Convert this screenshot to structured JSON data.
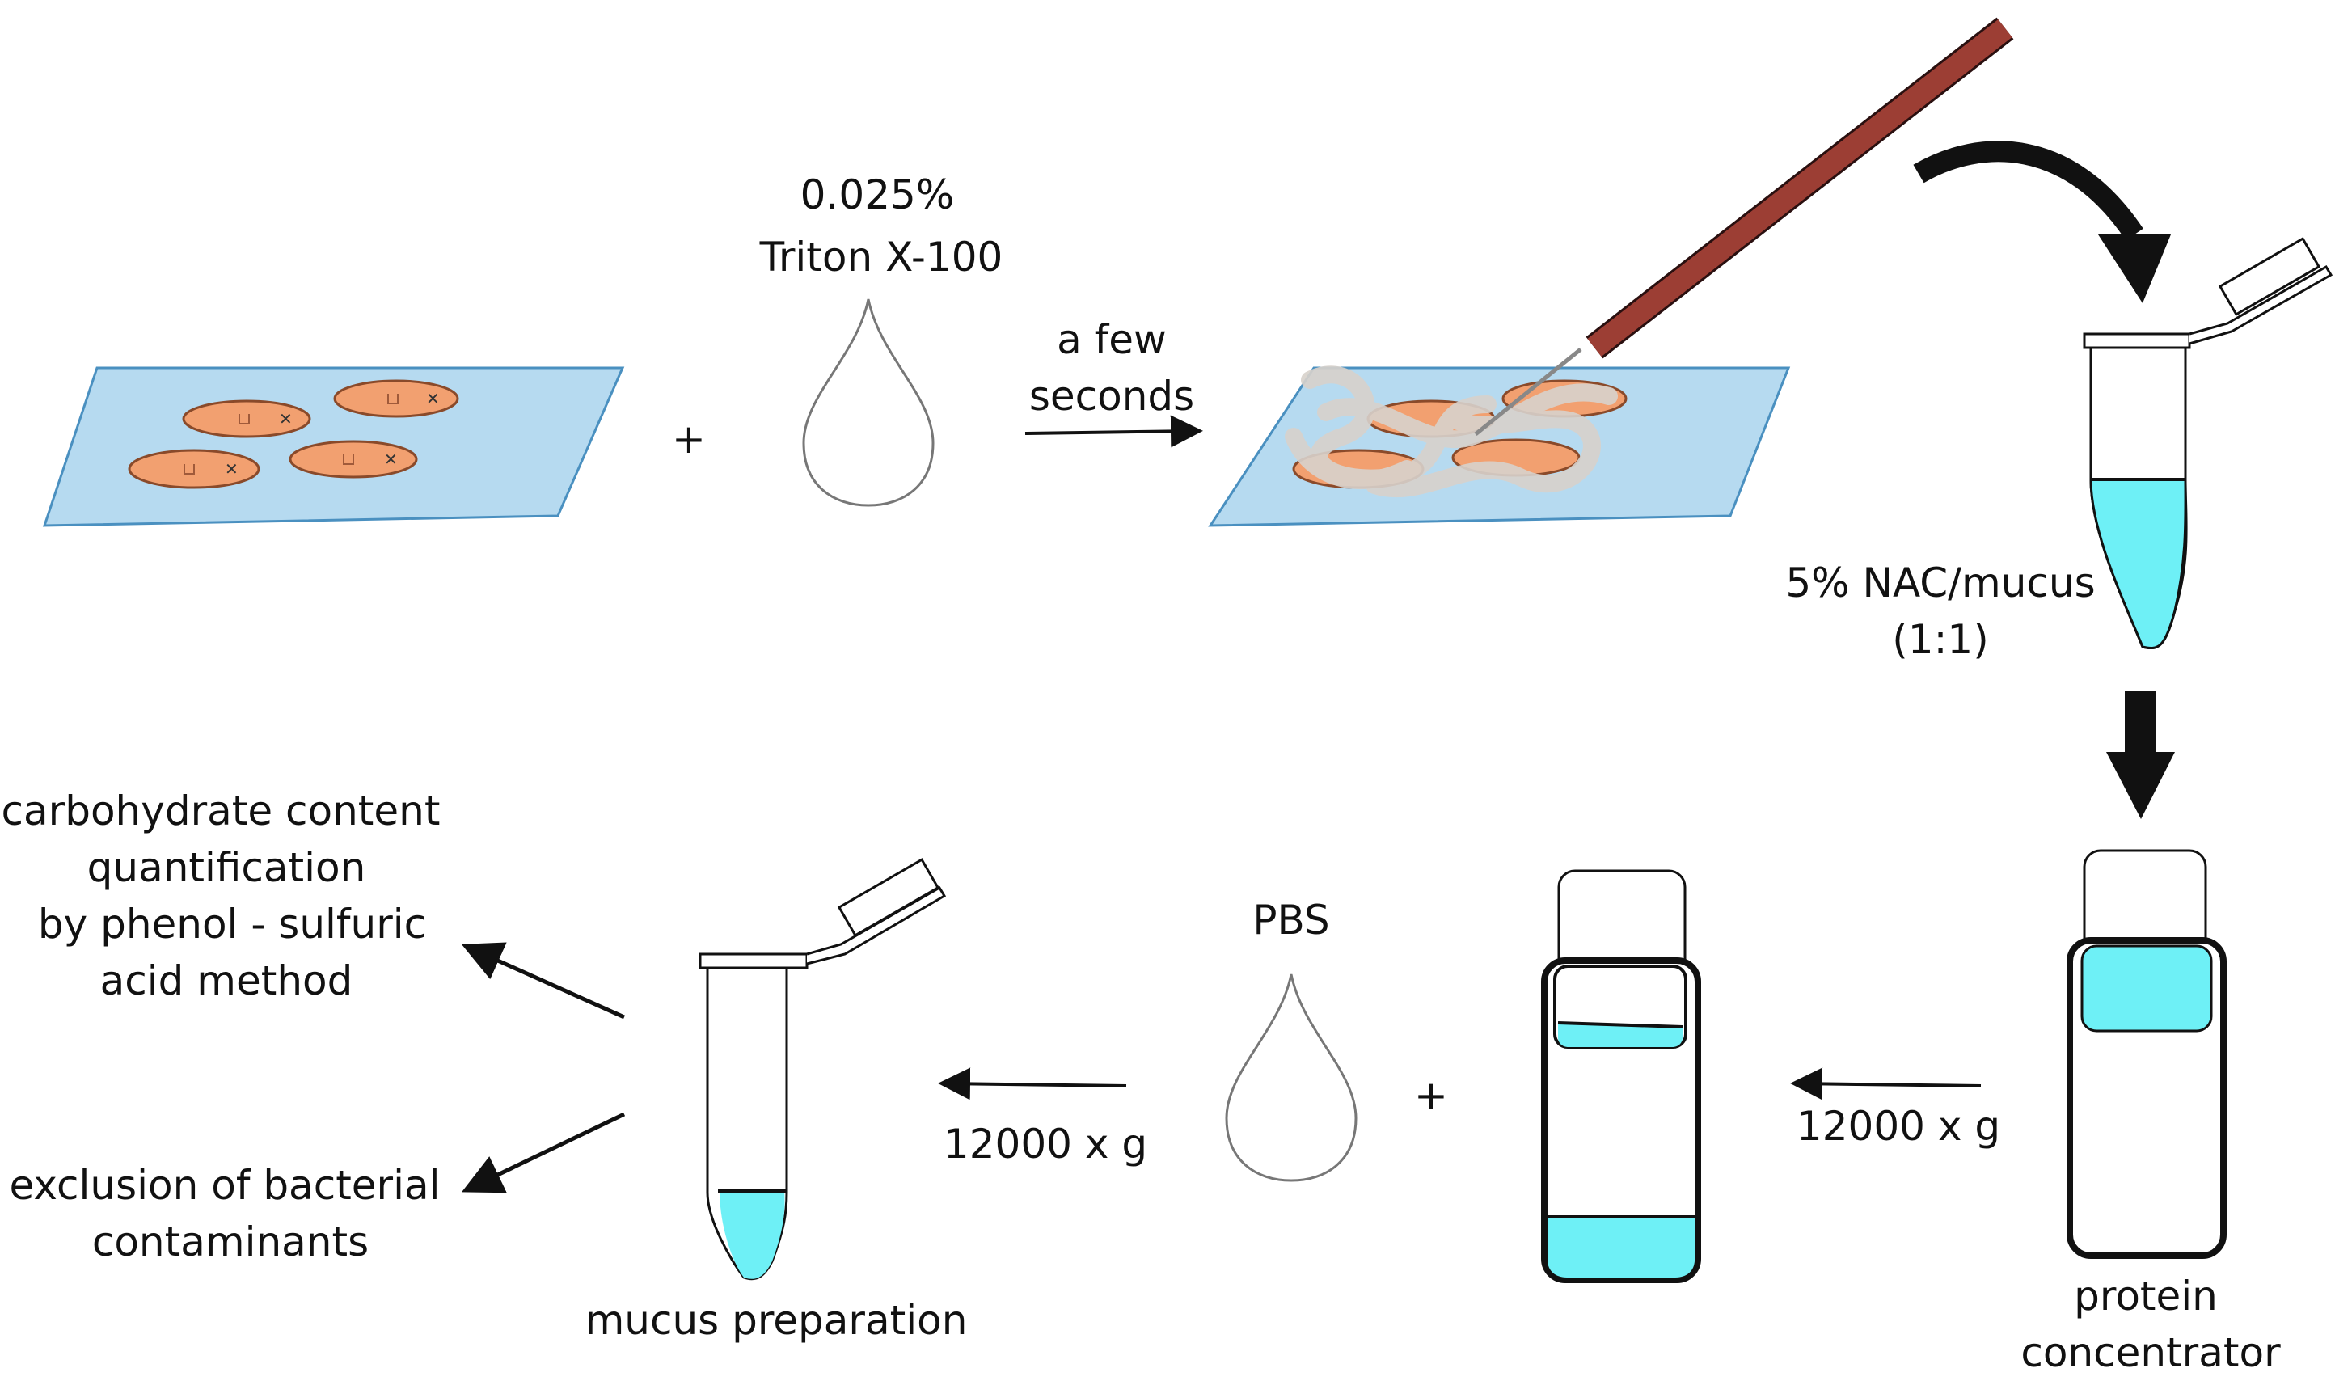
{
  "labels": {
    "triton_conc": "0.025%",
    "triton_name": "Triton X-100",
    "time_line1": "a few",
    "time_line2": "seconds",
    "nac_line1": "5% NAC/mucus",
    "nac_line2": "(1:1)",
    "concentrator_line1": "protein",
    "concentrator_line2": "concentrator",
    "spin_right": "12000 x g",
    "pbs": "PBS",
    "spin_left": "12000 x g",
    "mucus_prep": "mucus preparation",
    "carb_line1": "carbohydrate content",
    "carb_line2": "quantification",
    "carb_line3": "by phenol - sulfuric",
    "carb_line4": "acid method",
    "excl_line1": "exclusion of bacterial",
    "excl_line2": "contaminants",
    "plus": "+"
  },
  "colors": {
    "slide_fill": "#b6daf0",
    "slide_edge": "#4a90c0",
    "fish_fill": "#f2a070",
    "fish_edge": "#8a4a2a",
    "liquid": "#6ef0f6",
    "stick": "#9c3e34",
    "mucus_smear": "#d8d2cc"
  },
  "icons": [
    "slide-with-fish-icon",
    "droplet-icon",
    "scraper-icon",
    "microtube-icon",
    "protein-concentrator-icon"
  ]
}
